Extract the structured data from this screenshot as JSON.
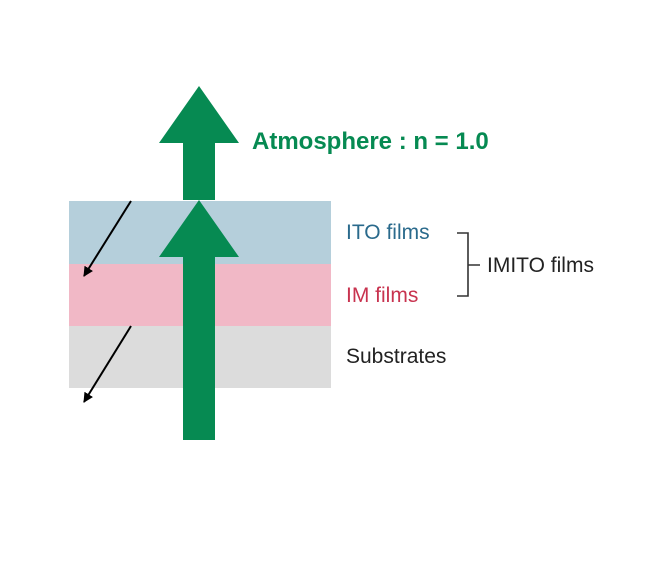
{
  "atmosphere_label": "Atmosphere : n = 1.0",
  "layers": {
    "ito": {
      "label": "ITO films",
      "color": "#b5cfdb",
      "text_color": "#2a6a8c"
    },
    "im": {
      "label": "IM films",
      "color": "#f1b8c6",
      "text_color": "#c8334f"
    },
    "substrate": {
      "label": "Substrates",
      "color": "#dcdcdc"
    }
  },
  "group_label": "IMITO films",
  "colors": {
    "arrow_green": "#068a52",
    "reflection_arrow": "#000000",
    "bracket": "#333333"
  }
}
